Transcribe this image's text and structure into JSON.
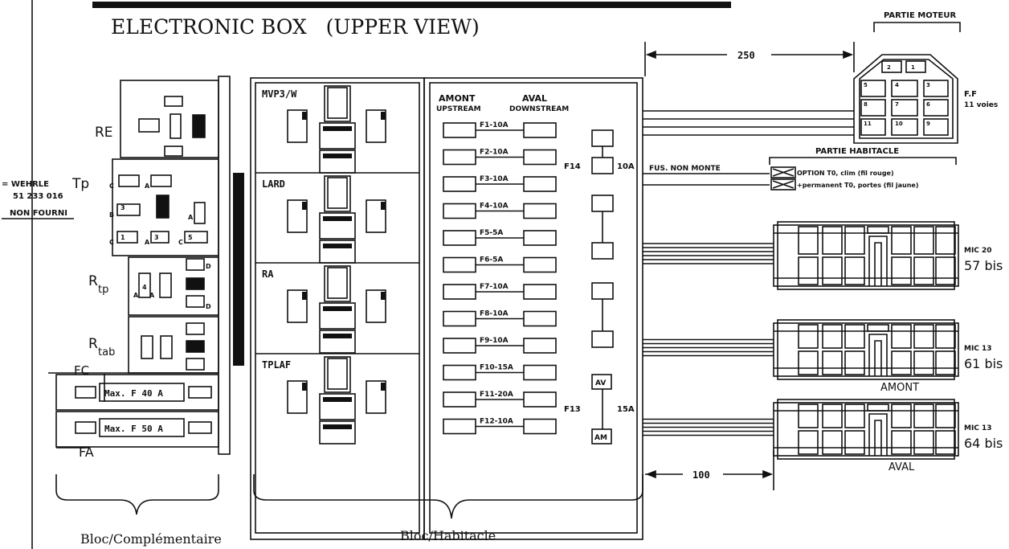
{
  "title": "ELECTRONIC BOX   (UPPER VIEW)",
  "partie_moteur": "PARTIE MOTEUR",
  "ff_label": "F.F",
  "ff_voies": "11 voies",
  "dim_250": "250",
  "dim_100": "100",
  "partie_habitacle": "PARTIE HABITACLE",
  "option_line1": "OPTION T0, clim (fil rouge)",
  "option_line2": "+permanent T0, portes (fil jaune)",
  "fus_non_monte": "FUS. NON MONTE",
  "left_labels": {
    "re": "RE",
    "tp": "Tp",
    "rtp": "R",
    "rtp_sub": "tp",
    "rtab": "R",
    "rtab_sub": "tab",
    "fc": "FC",
    "fa": "FA",
    "wehrle1": "= WEHRLE",
    "wehrle2": "51 233 016",
    "wehrle3": "NON FOURNI",
    "maxf40": "Max. F 40 A",
    "maxf50": "Max. F 50 A"
  },
  "tp_pins": [
    "C",
    "A",
    "B",
    "3",
    "A",
    "C",
    "1",
    "A",
    "3",
    "C",
    "5"
  ],
  "rtp_pins": [
    "D",
    "A",
    "4",
    "A",
    "D"
  ],
  "relay_sections": [
    "MVP3/W",
    "LARD",
    "RA",
    "TPLAF"
  ],
  "fuse_header": {
    "amont": "AMONT",
    "upstream": "UPSTREAM",
    "aval": "AVAL",
    "downstream": "DOWNSTREAM"
  },
  "fuses": [
    "F1-10A",
    "F2-10A",
    "F3-10A",
    "F4-10A",
    "F5-5A",
    "F6-5A",
    "F7-10A",
    "F8-10A",
    "F9-10A",
    "F10-15A",
    "F11-20A",
    "F12-10A"
  ],
  "f14": "F14",
  "f14_rating": "10A",
  "f13": "F13",
  "f13_rating": "15A",
  "av": "AV",
  "am": "AM",
  "ff_cells": [
    "2",
    "1",
    "5",
    "4",
    "3",
    "8",
    "7",
    "6",
    "11",
    "10",
    "9"
  ],
  "connectors": [
    {
      "mic": "MIC 20",
      "bis": "57 bis",
      "label": ""
    },
    {
      "mic": "MIC 13",
      "bis": "61 bis",
      "label": "AMONT"
    },
    {
      "mic": "MIC 13",
      "bis": "64 bis",
      "label": "AVAL"
    }
  ],
  "bottom": {
    "bloc_compl": "Bloc/Complémentaire",
    "bloc_hab": "Bloc/Habitacle"
  }
}
